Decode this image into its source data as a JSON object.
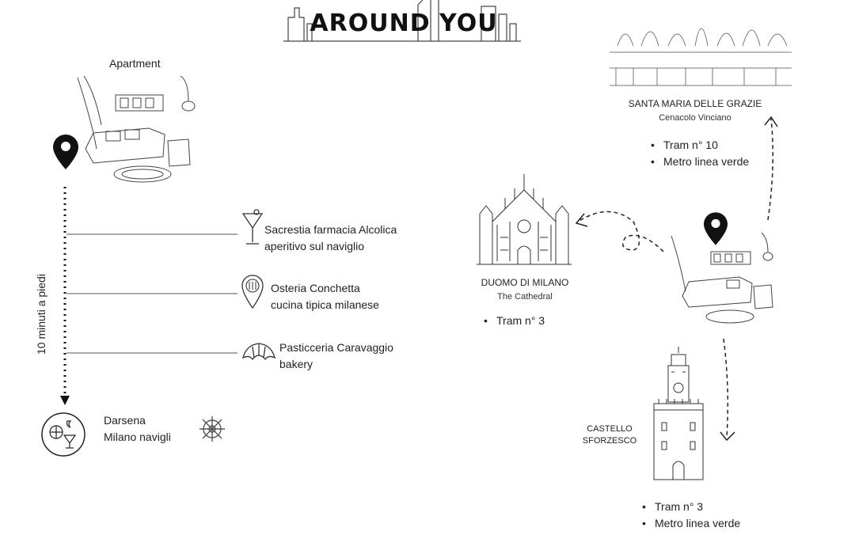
{
  "title": "AROUND YOU",
  "apartment_label": "Apartment",
  "walk_label": "10 minuti a piedi",
  "places": [
    {
      "line1": "Sacrestia farmacia Alcolica",
      "line2": "aperitivo sul naviglio",
      "icon": "cocktail-icon"
    },
    {
      "line1": "Osteria Conchetta",
      "line2": "cucina tipica milanese",
      "icon": "restaurant-pin-icon"
    },
    {
      "line1": "Pasticceria Caravaggio",
      "line2": "bakery",
      "icon": "croissant-icon"
    }
  ],
  "destination": {
    "line1": "Darsena",
    "line2": "Milano navigli",
    "icon": "nightlife-icon",
    "icon2": "ship-wheel-icon"
  },
  "santa_maria": {
    "name": "SANTA MARIA DELLE GRAZIE",
    "sub": "Cenacolo Vinciano",
    "transport": [
      "Tram n° 10",
      "Metro linea verde"
    ]
  },
  "duomo": {
    "name": "DUOMO DI MILANO",
    "sub": "The Cathedral",
    "transport": [
      "Tram n° 3"
    ]
  },
  "castello": {
    "name_line1": "CASTELLO",
    "name_line2": "SFORZESCO",
    "transport": [
      "Tram n° 3",
      "Metro linea verde"
    ]
  },
  "colors": {
    "ink": "#222222",
    "line": "#555555",
    "bg": "#ffffff"
  }
}
